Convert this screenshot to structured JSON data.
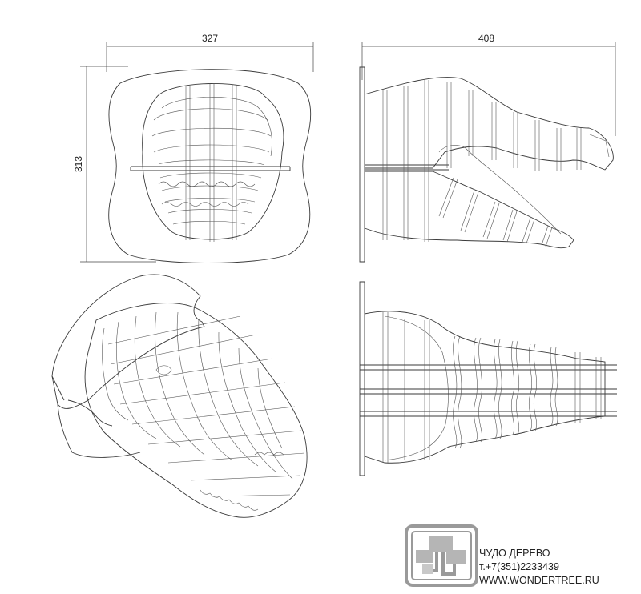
{
  "dimensions": {
    "front_width": "327",
    "front_height": "313",
    "side_length": "408"
  },
  "brand": {
    "name": "ЧУДО ДЕРЕВО",
    "phone": "т.+7(351)2233439",
    "website": "WWW.WONDERTREE.RU"
  },
  "colors": {
    "line": "#3a3a3a",
    "background": "#ffffff",
    "logo_gray": "#9a9a9a"
  }
}
